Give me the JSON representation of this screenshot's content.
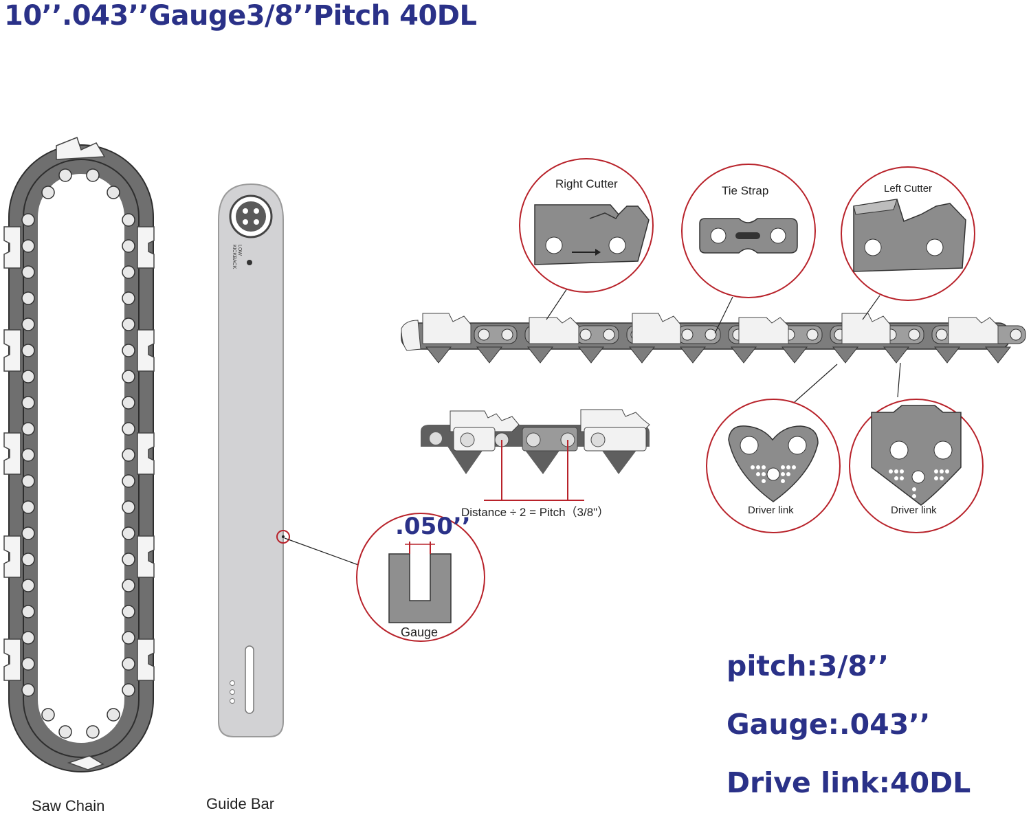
{
  "title": "10’’.043’’Gauge3/8’’Pitch 40DL",
  "labels": {
    "saw_chain": "Saw Chain",
    "guide_bar": "Guide Bar",
    "bar_text_1": "LOW",
    "bar_text_2": "KICKBACK",
    "right_cutter": "Right Cutter",
    "tie_strap": "Tie Strap",
    "left_cutter": "Left Cutter",
    "driver_link_1": "Driver link",
    "driver_link_2": "Driver link",
    "pitch_formula": "Distance ÷ 2 = Pitch（3/8\"）",
    "gauge_value": ".050’’",
    "gauge_label": "Gauge"
  },
  "specs": {
    "pitch": "pitch:3/8’’",
    "gauge": "Gauge:.043’’",
    "drive_link": "Drive link:40DL"
  },
  "colors": {
    "title_blue": "#2a3188",
    "callout_red": "#b8222a",
    "link_gray": "#8c8c8c",
    "bar_gray": "#d2d2d4"
  }
}
